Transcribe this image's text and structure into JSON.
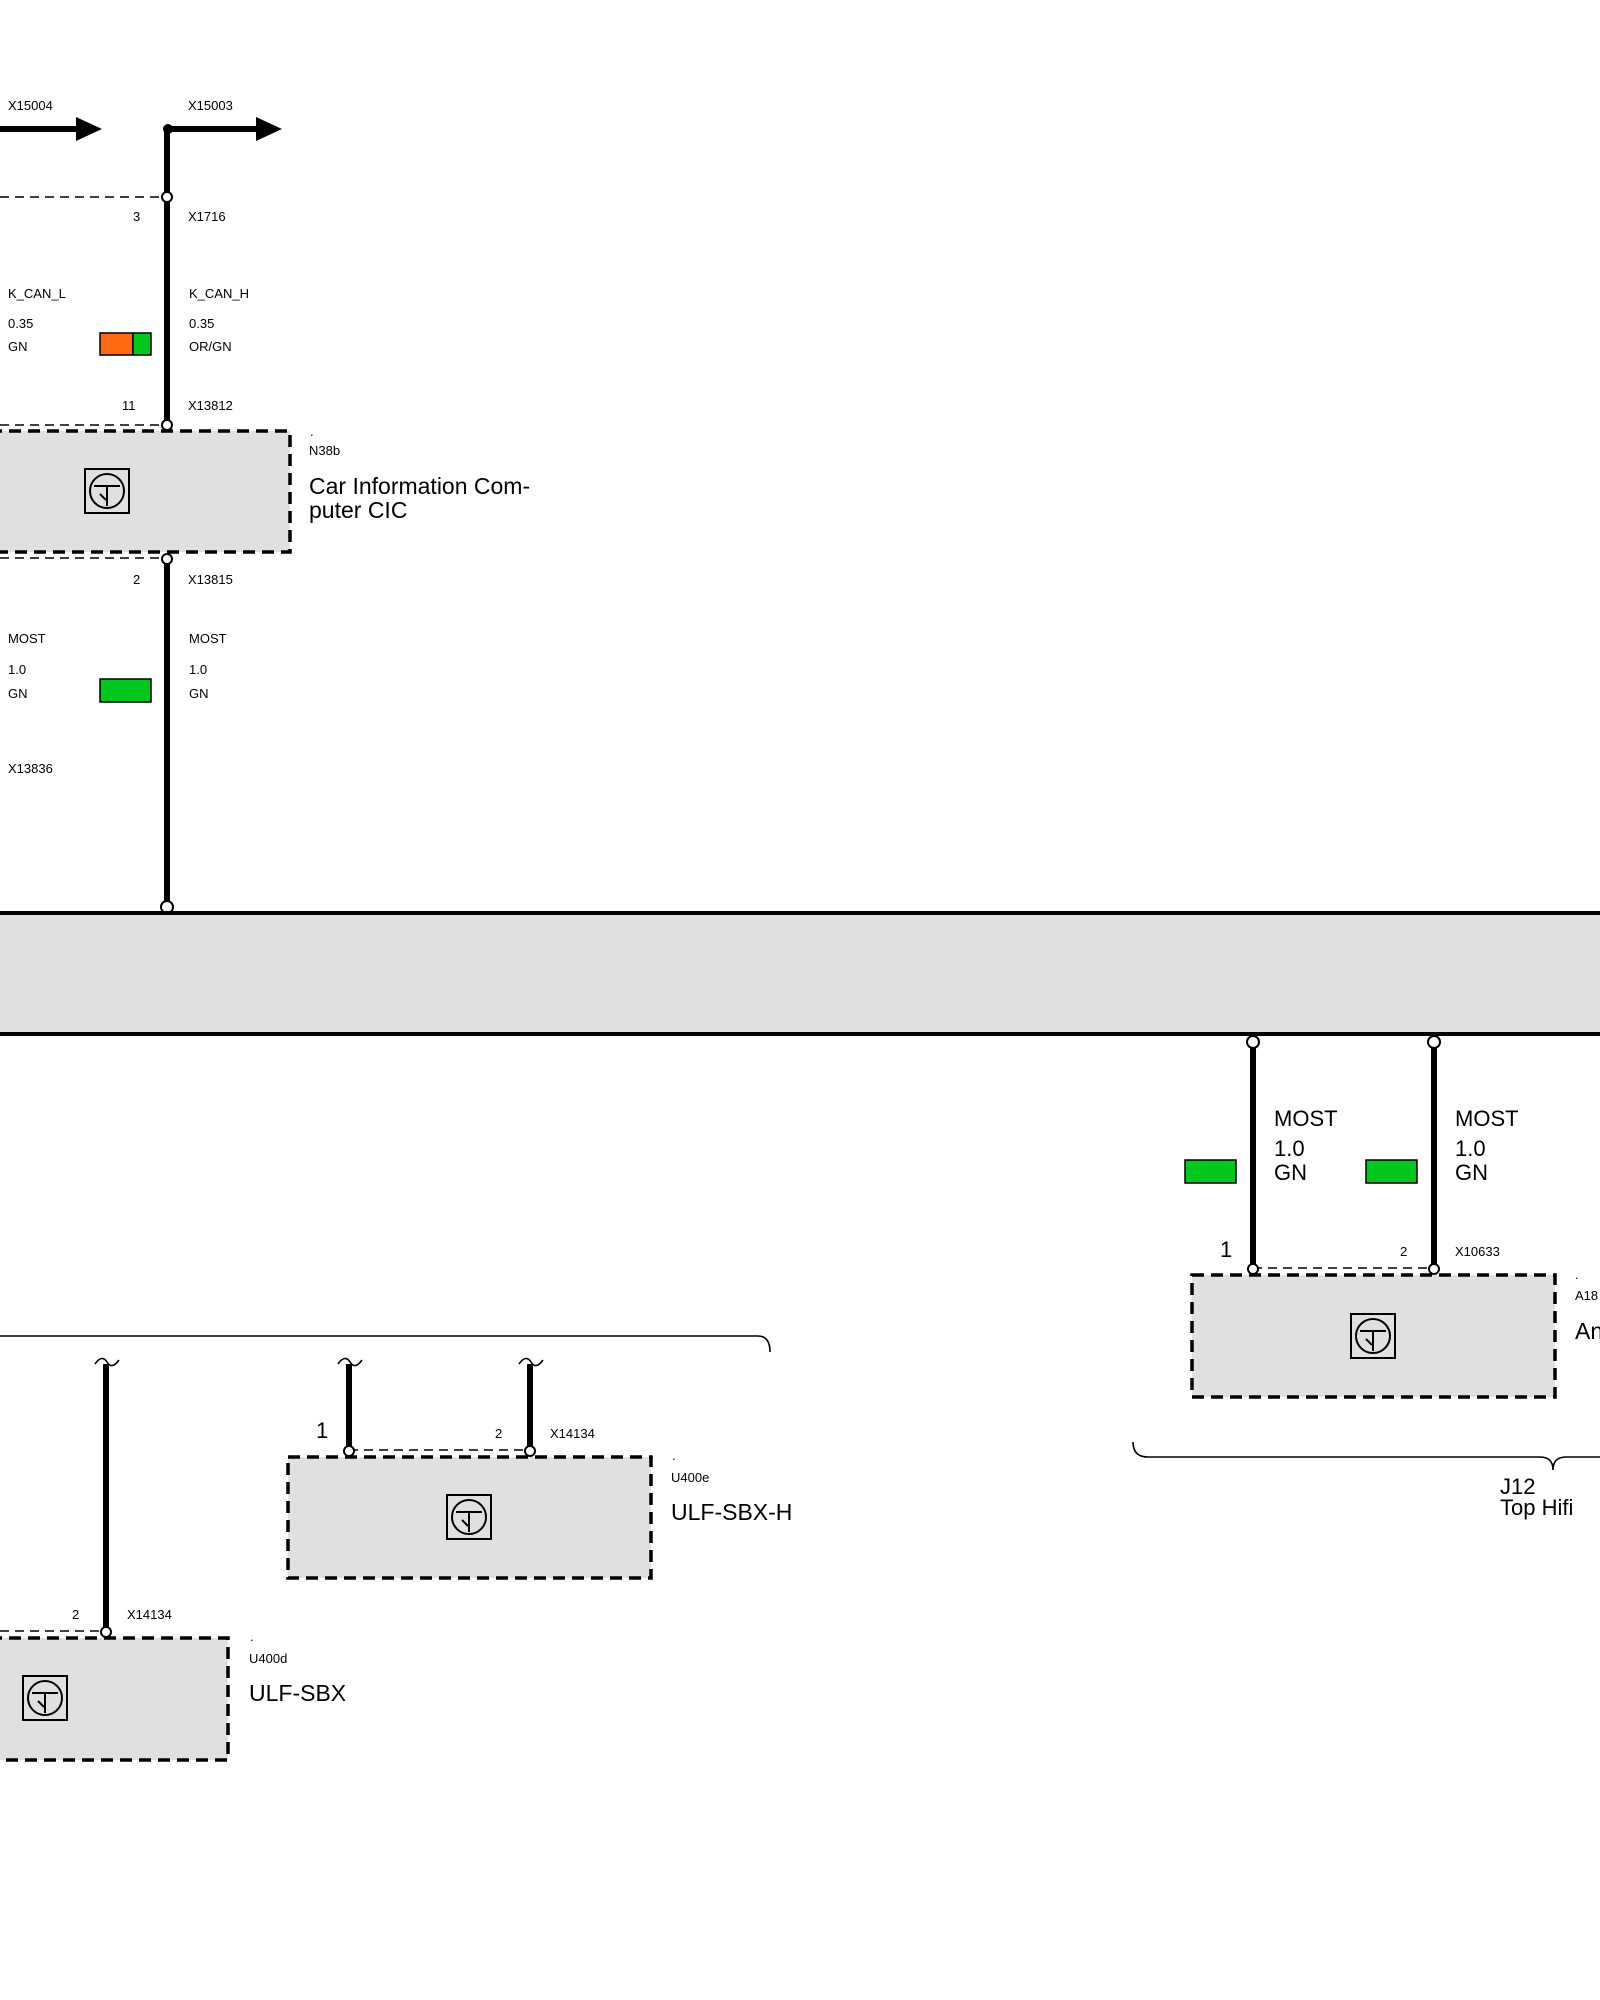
{
  "colors": {
    "green": "#00c81e",
    "orange": "#ff6a10",
    "component_fill": "#e0e0e0",
    "bus_fill": "#e0e0e0"
  },
  "top_connectors": {
    "left_arrow": "X15004",
    "right_arrow": "X15003"
  },
  "can_section": {
    "pin_top": "3",
    "connector_top": "X1716",
    "left": {
      "signal": "K_CAN_L",
      "size": "0.35",
      "color": "GN"
    },
    "right": {
      "signal": "K_CAN_H",
      "size": "0.35",
      "color": "OR/GN"
    },
    "pin_bottom": "11",
    "connector_bottom": "X13812"
  },
  "cic": {
    "dot": ".",
    "id": "N38b",
    "name_line1": "Car Information Com-",
    "name_line2": "puter CIC",
    "icon": "control-unit-icon"
  },
  "most_section": {
    "pin": "2",
    "connector": "X13815",
    "left": {
      "signal": "MOST",
      "size": "1.0",
      "color": "GN"
    },
    "right": {
      "signal": "MOST",
      "size": "1.0",
      "color": "GN"
    },
    "left_connector": "X13836"
  },
  "amp_wires": {
    "left": {
      "signal": "MOST",
      "size": "1.0",
      "color": "GN"
    },
    "right": {
      "signal": "MOST",
      "size": "1.0",
      "color": "GN"
    },
    "pin_left": "1",
    "pin_right": "2",
    "connector": "X10633"
  },
  "amplifier": {
    "dot": ".",
    "id": "A18",
    "name": "An",
    "icon": "control-unit-icon"
  },
  "j12": {
    "id": "J12",
    "name": "Top Hifi"
  },
  "ulf_sbx_h": {
    "pin_left": "1",
    "pin_right": "2",
    "connector": "X14134",
    "dot": ".",
    "id": "U400e",
    "name": "ULF-SBX-H",
    "icon": "control-unit-icon"
  },
  "ulf_sbx": {
    "pin": "2",
    "connector": "X14134",
    "dot": ".",
    "id": "U400d",
    "name": "ULF-SBX",
    "icon": "control-unit-icon"
  }
}
